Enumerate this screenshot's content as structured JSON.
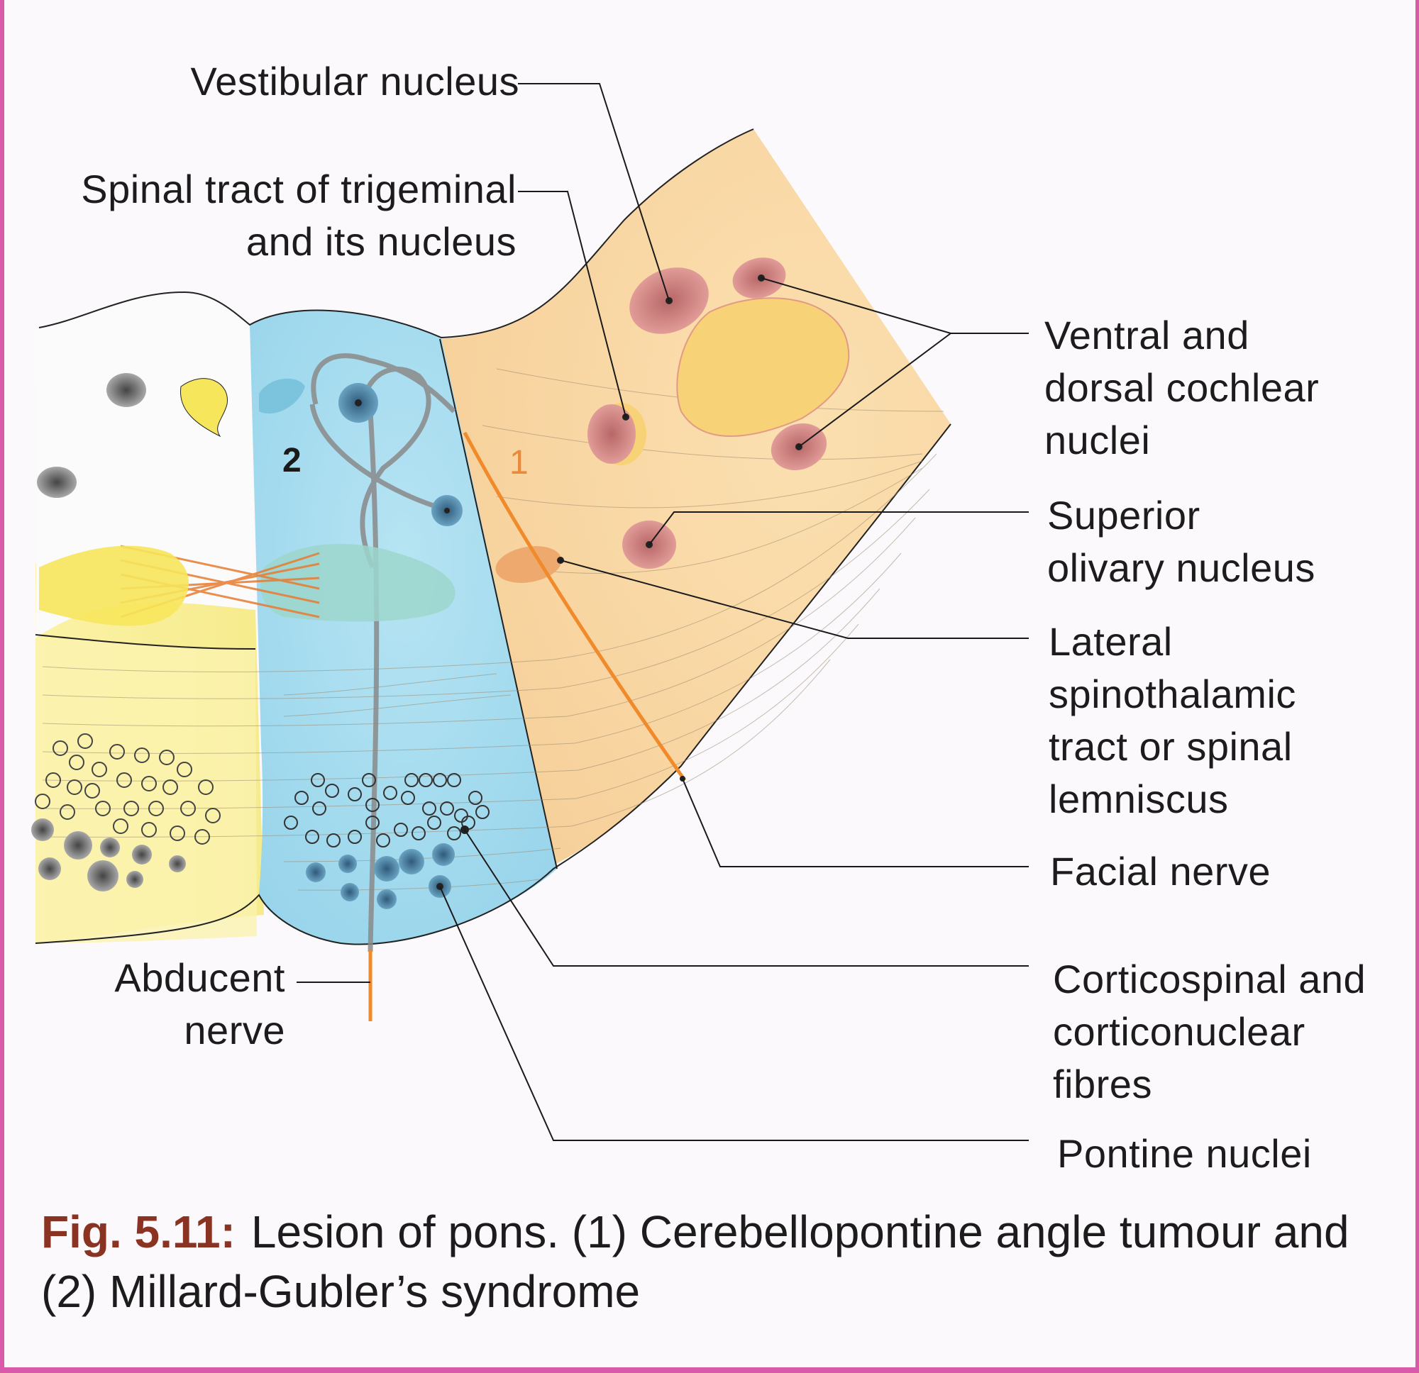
{
  "labels": {
    "vestibular_nucleus": "Vestibular nucleus",
    "spinal_tract_trigeminal": "Spinal tract of trigeminal\nand its nucleus",
    "cochlear_nuclei": "Ventral and\ndorsal cochlear\nnuclei",
    "superior_olivary": "Superior\nolivary nucleus",
    "lateral_spinothalamic": "Lateral\nspinothalamic\ntract or spinal\nlemniscus",
    "facial_nerve": "Facial nerve",
    "corticospinal": "Corticospinal and\ncorticonuclear\nfibres",
    "pontine_nuclei": "Pontine nuclei",
    "abducent_nerve": "Abducent\nnerve"
  },
  "lesion_markers": {
    "one": "1",
    "two": "2"
  },
  "caption": {
    "figure_number": "Fig. 5.11:",
    "text": "Lesion of pons. (1) Cerebellopontine angle tumour and (2) Millard-Gubler’s syndrome"
  },
  "colors": {
    "orange_region": "#f8d8a8",
    "blue_region": "#a6dcef",
    "yellow_region": "#f9ee9a",
    "nucleus_pink": "#d9898a",
    "nerve_orange": "#f08a2a",
    "border_magenta": "#d85aa8",
    "caption_fig": "#8a3322"
  }
}
